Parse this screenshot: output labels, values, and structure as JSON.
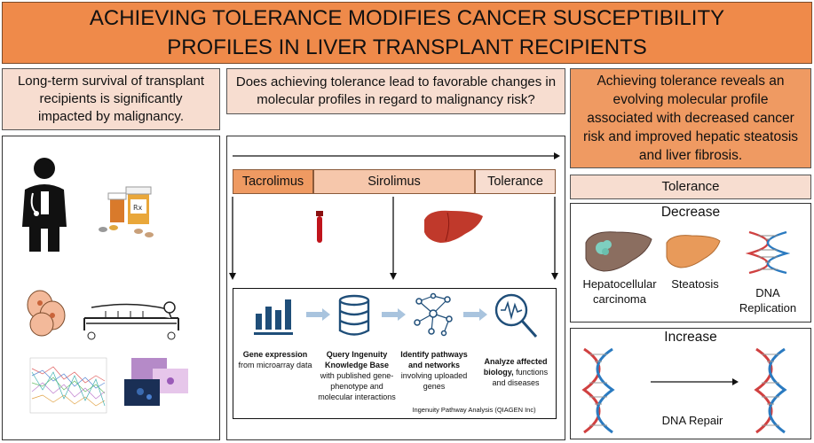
{
  "banner": {
    "title": "ACHIEVING TOLERANCE MODIFIES CANCER SUSCEPTIBILITY PROFILES IN LIVER TRANSPLANT RECIPIENTS"
  },
  "left": {
    "statement": "Long-term survival of transplant recipients is significantly impacted by malignancy."
  },
  "middle": {
    "question": "Does achieving tolerance lead to  favorable changes in molecular profiles in regard to malignancy risk?",
    "timeline": [
      "Tacrolimus",
      "Sirolimus",
      "Tolerance"
    ],
    "workflow": {
      "step1_bold": "Gene expression",
      "step1_rest": "from microarray data",
      "step2_bold": "Query Ingenuity Knowledge Base",
      "step2_rest": "with published gene-phenotype and molecular interactions",
      "step3_bold": "Identify pathways and networks",
      "step3_rest": "involving uploaded genes",
      "step4_bold": "Analyze affected biology,",
      "step4_rest": "functions and diseases",
      "source": "Ingenuity Pathway Analysis (QIAGEN Inc)"
    }
  },
  "right": {
    "conclusion": "Achieving tolerance reveals an evolving molecular profile associated with decreased cancer risk and improved hepatic steatosis and liver fibrosis.",
    "tolerance_label": "Tolerance",
    "decrease": {
      "heading": "Decrease",
      "items": [
        "Hepatocellular carcinoma",
        "Steatosis",
        "DNA Replication"
      ]
    },
    "increase": {
      "heading": "Increase",
      "item": "DNA Repair"
    }
  },
  "colors": {
    "banner": "#ef8a4a",
    "peach": "#f7ddd0",
    "orange_panel": "#ef9a62",
    "workflow_blue": "#1f4e79",
    "arrow_light": "#a9c4de"
  },
  "icons": [
    "doctor-icon",
    "pill-bottles-icon",
    "cells-icon",
    "hospital-bed-icon",
    "line-chart-thumbnail",
    "histology-thumbnail",
    "blood-tube-icon",
    "liver-icon",
    "bar-chart-icon",
    "database-icon",
    "network-icon",
    "magnifier-waveform-icon",
    "tumor-liver-icon",
    "fatty-liver-icon",
    "dna-icon"
  ]
}
